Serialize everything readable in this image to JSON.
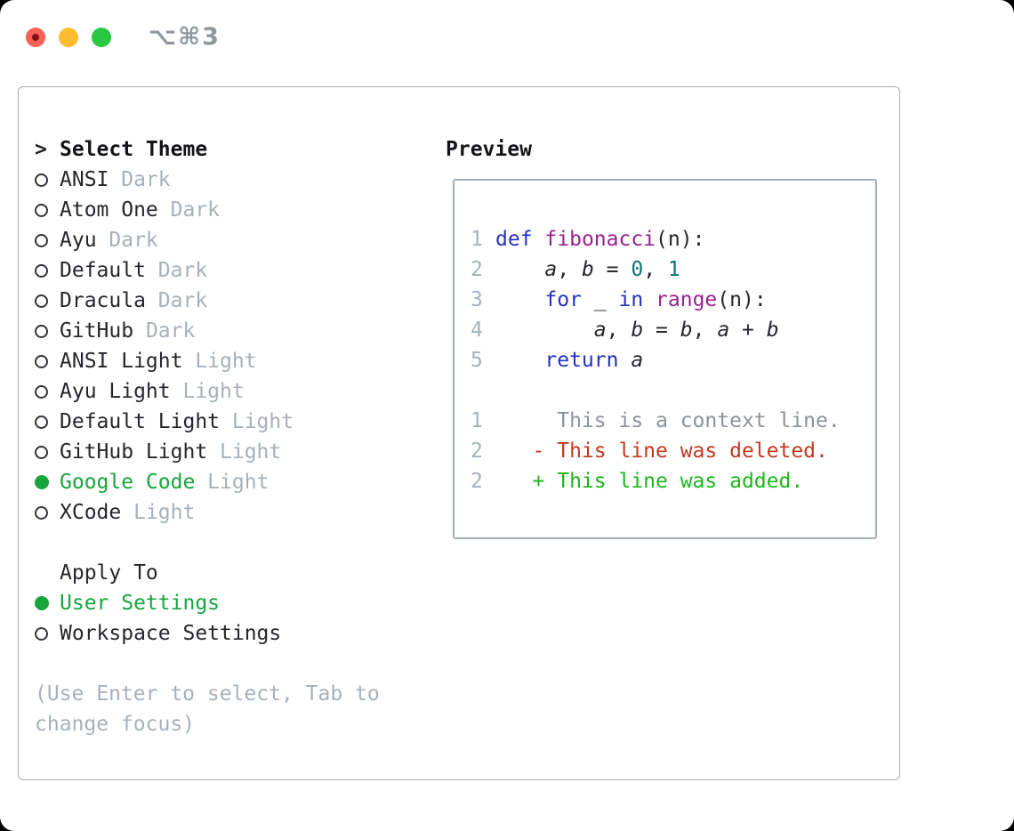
{
  "window": {
    "title": "⌥⌘3"
  },
  "colors": {
    "ink": "#26262c",
    "muted": "#a7b1bb",
    "context": "#8c939b",
    "green_ui": "#17a53c",
    "green_diff": "#1cb71c",
    "red_diff": "#c2391f",
    "kw": "#2433bf",
    "fn": "#99218f",
    "num": "#0d7478",
    "border": "#a6adb6",
    "title_gray": "#8f969e",
    "light_red": "#ff5f57",
    "dot_red": "#7c1210",
    "light_yellow": "#febc2e",
    "light_green": "#28c840"
  },
  "theme_list": {
    "prompt": ">",
    "header": "Select Theme",
    "items": [
      {
        "name": "ANSI",
        "variant": "Dark",
        "selected": false
      },
      {
        "name": "Atom One",
        "variant": "Dark",
        "selected": false
      },
      {
        "name": "Ayu",
        "variant": "Dark",
        "selected": false
      },
      {
        "name": "Default",
        "variant": "Dark",
        "selected": false
      },
      {
        "name": "Dracula",
        "variant": "Dark",
        "selected": false
      },
      {
        "name": "GitHub",
        "variant": "Dark",
        "selected": false
      },
      {
        "name": "ANSI Light",
        "variant": "Light",
        "selected": false
      },
      {
        "name": "Ayu Light",
        "variant": "Light",
        "selected": false
      },
      {
        "name": "Default Light",
        "variant": "Light",
        "selected": false
      },
      {
        "name": "GitHub Light",
        "variant": "Light",
        "selected": false
      },
      {
        "name": "Google Code",
        "variant": "Light",
        "selected": true
      },
      {
        "name": "XCode",
        "variant": "Light",
        "selected": false
      }
    ]
  },
  "preview": {
    "header": "Preview",
    "code_lines": [
      {
        "num": "1",
        "tokens": [
          [
            "kw",
            "def"
          ],
          [
            "pl",
            " "
          ],
          [
            "fn",
            "fibonacci"
          ],
          [
            "pl",
            "(n):"
          ]
        ]
      },
      {
        "num": "2",
        "tokens": [
          [
            "pl",
            "    "
          ],
          [
            "var",
            "a"
          ],
          [
            "pl",
            ", "
          ],
          [
            "var",
            "b"
          ],
          [
            "pl",
            " = "
          ],
          [
            "nm",
            "0"
          ],
          [
            "pl",
            ", "
          ],
          [
            "nm",
            "1"
          ]
        ]
      },
      {
        "num": "3",
        "tokens": [
          [
            "pl",
            "    "
          ],
          [
            "kw",
            "for"
          ],
          [
            "pl",
            " _ "
          ],
          [
            "kw",
            "in"
          ],
          [
            "pl",
            " "
          ],
          [
            "fn",
            "range"
          ],
          [
            "pl",
            "(n):"
          ]
        ]
      },
      {
        "num": "4",
        "tokens": [
          [
            "pl",
            "        "
          ],
          [
            "var",
            "a"
          ],
          [
            "pl",
            ", "
          ],
          [
            "var",
            "b"
          ],
          [
            "pl",
            " = "
          ],
          [
            "var",
            "b"
          ],
          [
            "pl",
            ", "
          ],
          [
            "var",
            "a"
          ],
          [
            "pl",
            " + "
          ],
          [
            "var",
            "b"
          ]
        ]
      },
      {
        "num": "5",
        "tokens": [
          [
            "pl",
            "    "
          ],
          [
            "kw",
            "return"
          ],
          [
            "pl",
            " "
          ],
          [
            "var",
            "a"
          ]
        ]
      }
    ],
    "diff_lines": [
      {
        "num": "1",
        "type": "context",
        "text": "     This is a context line."
      },
      {
        "num": "2",
        "type": "deleted",
        "text": "   - This line was deleted."
      },
      {
        "num": "2",
        "type": "added",
        "text": "   + This line was added."
      }
    ]
  },
  "apply_to": {
    "header": "Apply To",
    "items": [
      {
        "label": "User Settings",
        "selected": true
      },
      {
        "label": "Workspace Settings",
        "selected": false
      }
    ]
  },
  "hint": "(Use Enter to select, Tab to change focus)"
}
